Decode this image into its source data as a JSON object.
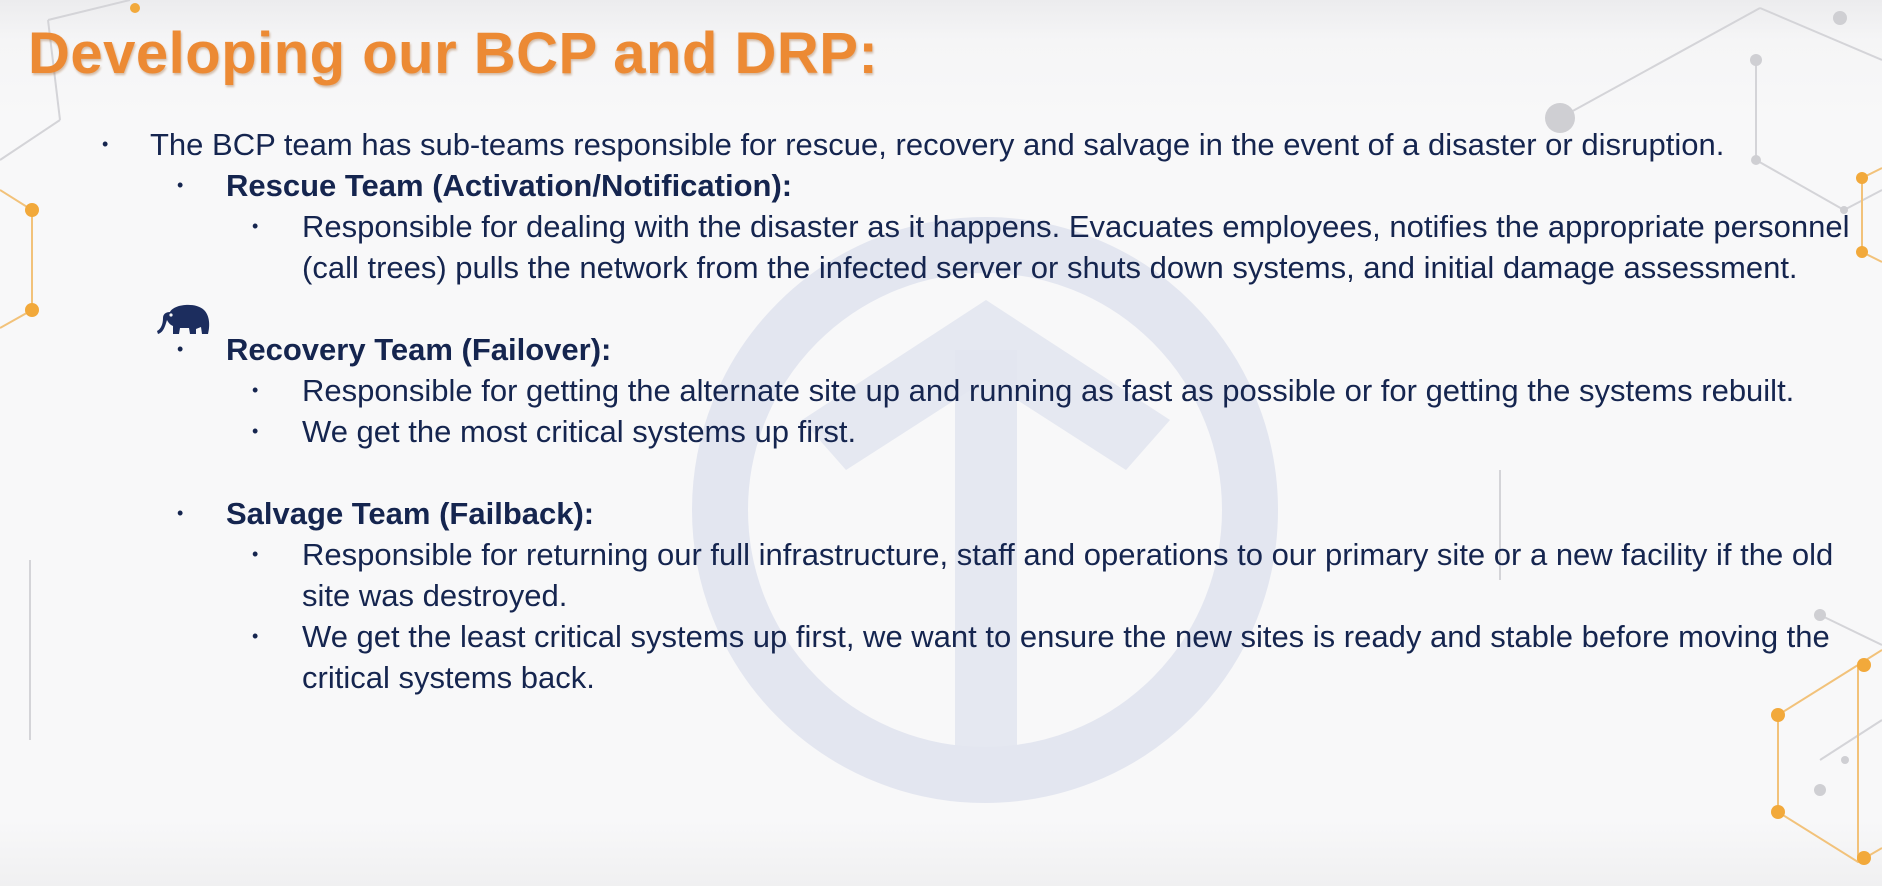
{
  "slide": {
    "title": "Developing our BCP and DRP:",
    "intro_bullet": "The BCP team has sub-teams responsible for rescue, recovery and salvage in the event of a disaster or disruption.",
    "teams": [
      {
        "heading": "Rescue Team (Activation/Notification):",
        "points": [
          "Responsible for dealing with the disaster as it happens. Evacuates employees, notifies the appropriate personnel (call trees) pulls the network from the infected server or shuts down systems, and initial damage assessment."
        ]
      },
      {
        "heading": "Recovery Team (Failover):",
        "points": [
          "Responsible for getting the alternate site up and running as fast as possible or for getting the systems rebuilt.",
          "We get the most critical systems up first."
        ]
      },
      {
        "heading": "Salvage Team (Failback):",
        "points": [
          "Responsible for returning our full infrastructure, staff and operations to our primary site or a new facility if the old site was destroyed.",
          "We get the least critical systems up first, we want to ensure the new sites is ready and stable before moving the critical systems back."
        ]
      }
    ],
    "bullet_glyph": "•",
    "colors": {
      "title": "#ec8a34",
      "text": "#15254f",
      "accent_orange": "#f2a93b",
      "deco_gray": "#c8c8cc",
      "watermark": "#dfe3ee",
      "elephant": "#1c2d5e"
    },
    "icons": [
      "elephant-icon",
      "arrow-circle-watermark"
    ]
  }
}
